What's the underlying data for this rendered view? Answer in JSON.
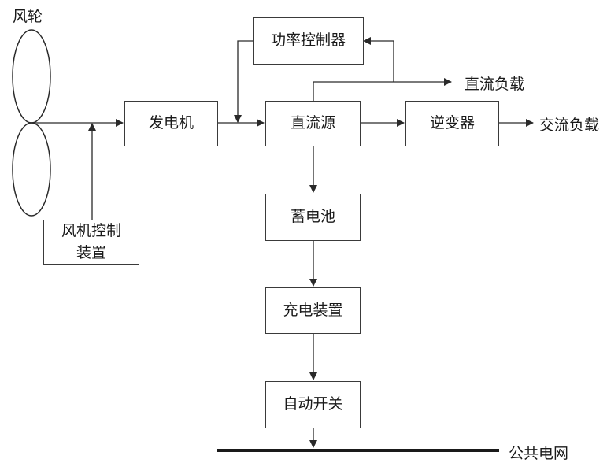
{
  "labels": {
    "wind_wheel": "风轮",
    "dc_load": "直流负载",
    "ac_load": "交流负载",
    "public_grid": "公共电网"
  },
  "boxes": {
    "power_controller": "功率控制器",
    "generator": "发电机",
    "dc_source": "直流源",
    "inverter": "逆变器",
    "battery": "蓄电池",
    "charger": "充电装置",
    "auto_switch": "自动开关",
    "turbine_controller_line1": "风机控制",
    "turbine_controller_line2": "装置"
  }
}
